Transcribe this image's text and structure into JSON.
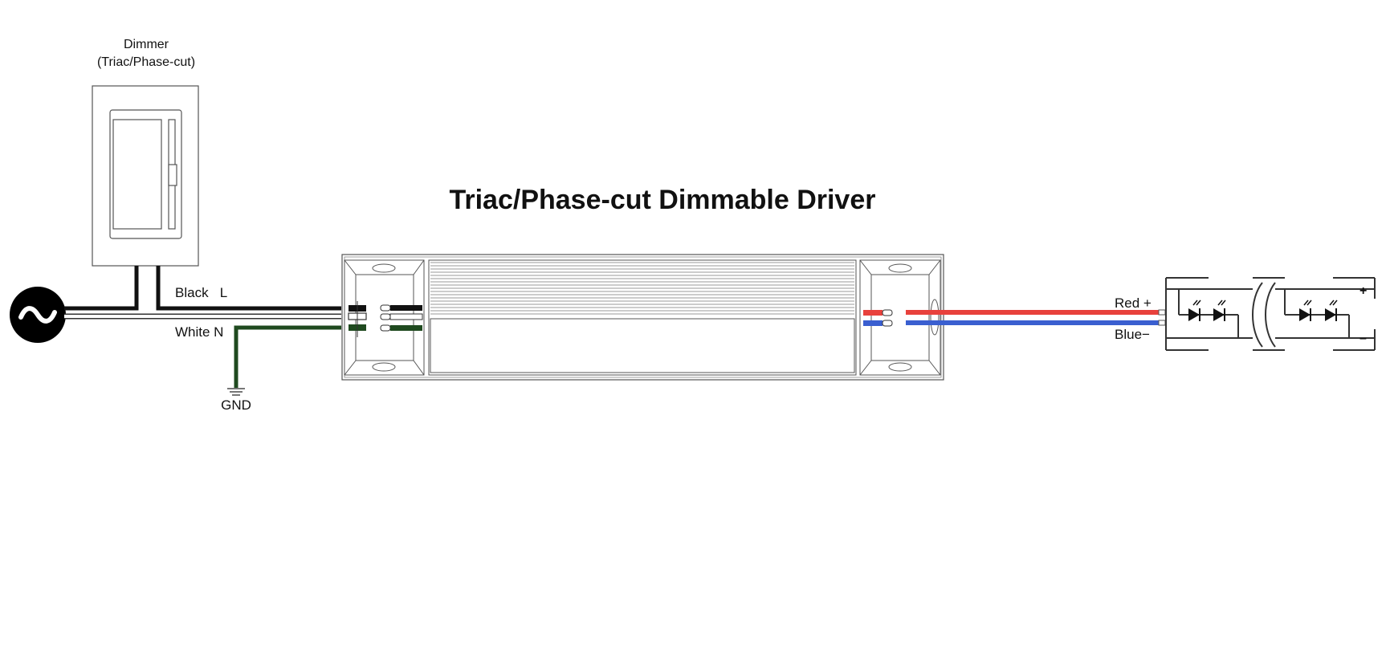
{
  "title": "Triac/Phase-cut Dimmable Driver",
  "dimmer": {
    "name": "Dimmer",
    "type": "(Triac/Phase-cut)"
  },
  "ac_source": {
    "symbol": "~",
    "icon": "ac-source-icon"
  },
  "input_wires": {
    "line": "Black   L",
    "neutral": "White N",
    "ground": "GND"
  },
  "output_wires": {
    "positive": "Red +",
    "negative": "Blue−"
  },
  "led_strip": {
    "plus": "+",
    "minus": "–",
    "icon": "led-diode-icon"
  },
  "colors": {
    "black_wire": "#111111",
    "white_wire": "#ffffff",
    "ground_wire": "#1f4a1f",
    "red_wire": "#e8413c",
    "blue_wire": "#3a5fd0",
    "outline": "#333333"
  }
}
